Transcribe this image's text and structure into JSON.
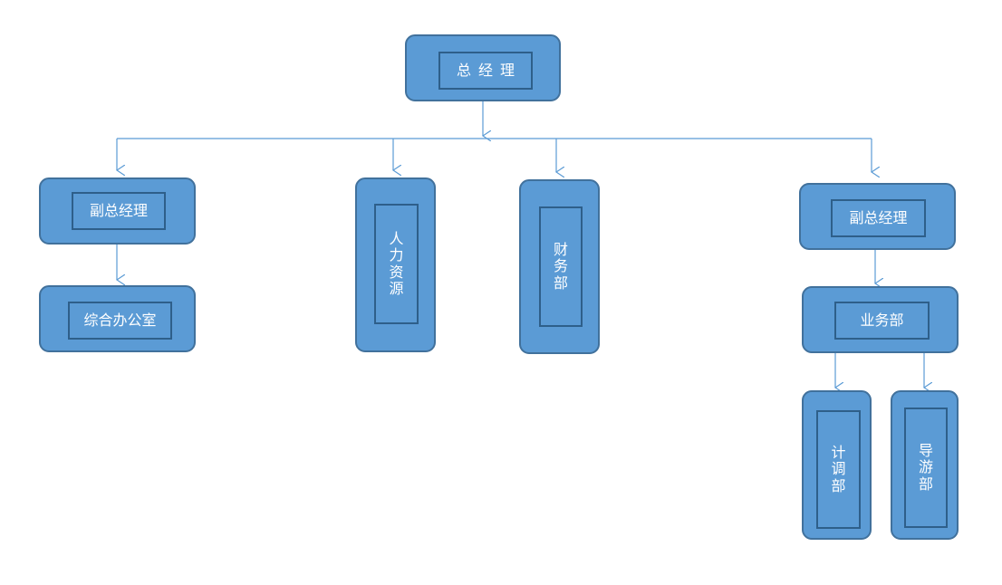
{
  "nodes": {
    "ceo": "总经理",
    "vp_left": "副总经理",
    "general_office": "综合办公室",
    "hr": "人力资源",
    "finance": "财务部",
    "vp_right": "副总经理",
    "business": "业务部",
    "planning": "计调部",
    "guide": "导游部"
  },
  "colors": {
    "box_fill": "#5b9bd5",
    "box_border": "#41719c",
    "inner_border": "#2e5f8a",
    "text": "#ffffff",
    "connector": "#5b9bd5"
  }
}
